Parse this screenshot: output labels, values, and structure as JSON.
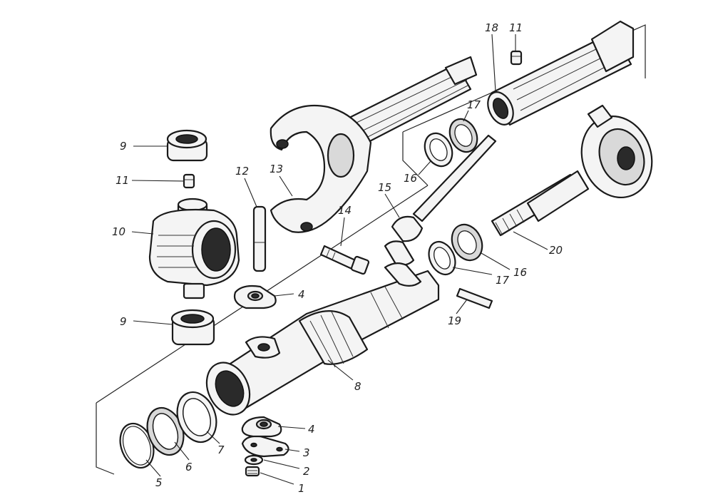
{
  "callouts": [
    "1",
    "2",
    "3",
    "4",
    "4",
    "5",
    "6",
    "7",
    "8",
    "9",
    "9",
    "10",
    "11",
    "11",
    "12",
    "13",
    "14",
    "15",
    "16",
    "16",
    "17",
    "17",
    "18",
    "19",
    "20"
  ],
  "colors": {
    "ink": "#1a1a1a",
    "paper": "#ffffff"
  }
}
